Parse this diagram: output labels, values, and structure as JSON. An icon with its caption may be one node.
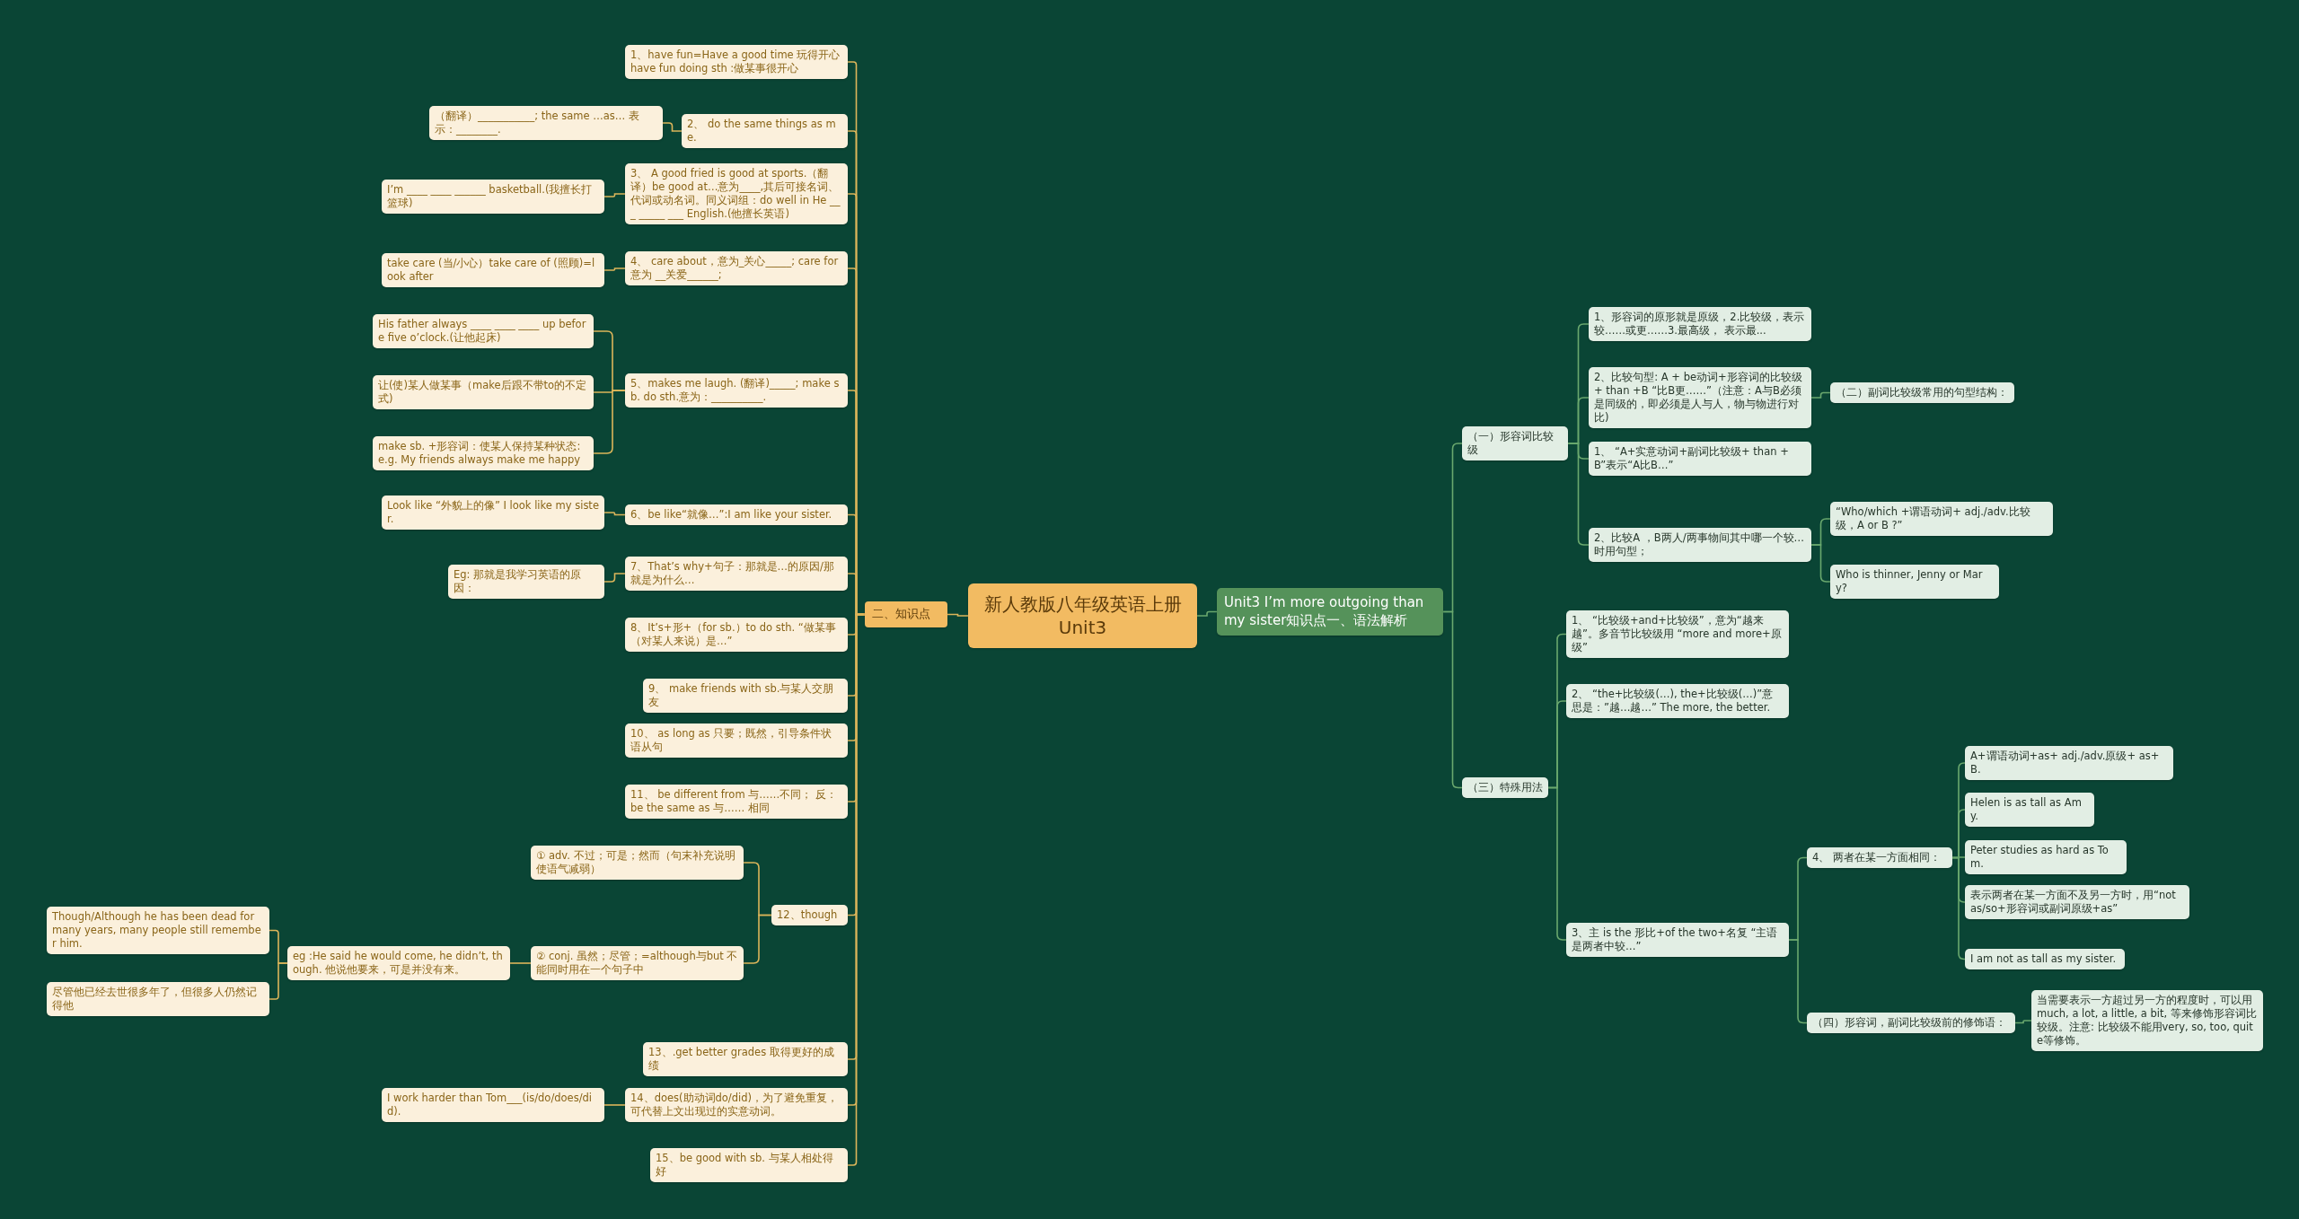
{
  "diagram": {
    "nodes": [
      {
        "text": [
          "新人教版八年级英语上册Unit3"
        ]
      },
      {
        "text": [
          "Unit3 I’m more outgoing than my sister知识点一、语法解析"
        ]
      },
      {
        "text": [
          "二、知识点"
        ]
      },
      {
        "text": [
          "1、have fun=Have a good time 玩得开心 have fun doing sth :做某事很开心"
        ]
      },
      {
        "text": [
          "2、 do the same things as me."
        ]
      },
      {
        "text": [
          "（翻译）___________; the same …as… 表示：________."
        ]
      },
      {
        "text": [
          "3、 A good fried is good at sports.（翻译）be good at…意为____,其后可接名词、代词或动名词。同义词组：do well in He ___ _____ ___ English.(他擅长英语)"
        ]
      },
      {
        "text": [
          "I’m ____ ____ ______ basketball.(我擅长打篮球)"
        ]
      },
      {
        "text": [
          "4、 care about，意为_关心_____; care for 意为 __关爱______;"
        ]
      },
      {
        "text": [
          "take care (当/小心）take care of (照顾)=look after"
        ]
      },
      {
        "text": [
          "5、makes me laugh. (翻译)_____; make sb. do sth.意为：__________."
        ]
      },
      {
        "text": [
          "His father always ____ ____ ____ up before five o’clock.(让他起床)"
        ]
      },
      {
        "text": [
          "让(使)某人做某事（make后跟不带to的不定式)"
        ]
      },
      {
        "text": [
          "make sb. +形容词：使某人保持某种状态: e.g. My friends always make me happy"
        ]
      },
      {
        "text": [
          "6、be like“就像…”:I am like your sister."
        ]
      },
      {
        "text": [
          "Look like “外貌上的像” I look like my sister."
        ]
      },
      {
        "text": [
          "7、That’s why+句子：那就是…的原因/那就是为什么…"
        ]
      },
      {
        "text": [
          "Eg: 那就是我学习英语的原因："
        ]
      },
      {
        "text": [
          "8、It’s+形+（for sb.）to do sth. “做某事（对某人来说）是…”"
        ]
      },
      {
        "text": [
          "9、 make friends with sb.与某人交朋友"
        ]
      },
      {
        "text": [
          "10、 as long as 只要；既然，引导条件状语从句"
        ]
      },
      {
        "text": [
          "11、 be different from 与……不同； 反：be the same as 与…… 相同"
        ]
      },
      {
        "text": [
          "12、though"
        ]
      },
      {
        "text": [
          "① adv. 不过；可是；然而（句末补充说明使语气减弱）"
        ]
      },
      {
        "text": [
          "② conj. 虽然；尽管；=although与but 不能同时用在一个句子中"
        ]
      },
      {
        "text": [
          "eg :He said he would come, he didn’t, though. 他说他要来，可是并没有来。"
        ]
      },
      {
        "text": [
          "Though/Although he has been dead for many years, many people still remember him."
        ]
      },
      {
        "text": [
          "尽管他已经去世很多年了，但很多人仍然记得他"
        ]
      },
      {
        "text": [
          "13、.get better grades 取得更好的成绩"
        ]
      },
      {
        "text": [
          "14、does(助动词do/did)，为了避免重复，可代替上文出现过的实意动词。"
        ]
      },
      {
        "text": [
          "I work harder than Tom___(is/do/does/did)."
        ]
      },
      {
        "text": [
          "15、be good with sb. 与某人相处得好"
        ]
      },
      {
        "text": [
          "（一）形容词比较级"
        ]
      },
      {
        "text": [
          "1、形容词的原形就是原级，2.比较级，表示较……或更……3.最高级， 表示最..."
        ]
      },
      {
        "text": [
          "2、比较句型: A + be动词+形容词的比较级+ than +B “比B更……”（注意：A与B必须是同级的，即必须是人与人，物与物进行对比)"
        ]
      },
      {
        "text": [
          "（二）副词比较级常用的句型结构："
        ]
      },
      {
        "text": [
          "1、 “A+实意动词+副词比较级+ than + B”表示“A比B…”"
        ]
      },
      {
        "text": [
          "2、比较A ，B两人/两事物间其中哪一个较…时用句型；"
        ]
      },
      {
        "text": [
          "“Who/which +谓语动词+ adj./adv.比较级，A or B ?”"
        ]
      },
      {
        "text": [
          "Who is thinner, Jenny or Mary?"
        ]
      },
      {
        "text": [
          "（三）特殊用法"
        ]
      },
      {
        "text": [
          "1、 “比较级+and+比较级”，意为“越来越”。多音节比较级用 “more and more+原级”"
        ]
      },
      {
        "text": [
          "2、 “the+比较级(…), the+比较级(…)”意思是：”越…越…” The more, the better."
        ]
      },
      {
        "text": [
          "3、主 is the 形比+of the two+名复 “主语是两者中较…”"
        ]
      },
      {
        "text": [
          "4、 两者在某一方面相同："
        ]
      },
      {
        "text": [
          "A+谓语动词+as+ adj./adv.原级+ as+ B."
        ]
      },
      {
        "text": [
          "Helen is as tall as Amy."
        ]
      },
      {
        "text": [
          "Peter studies as hard as Tom."
        ]
      },
      {
        "text": [
          "表示两者在某一方面不及另一方时，用“not as/so+形容词或副词原级+as”"
        ]
      },
      {
        "text": [
          "I am not as tall as my sister."
        ]
      },
      {
        "text": [
          "（四）形容词，副词比较级前的修饰语："
        ]
      },
      {
        "text": [
          "当需要表示一方超过另一方的程度时，可以用much, a lot, a little, a bit, 等来修饰形容词比较级。注意: 比较级不能用very, so, too, quite等修饰。"
        ]
      }
    ],
    "edges": [
      {
        "from": 0,
        "to": 1,
        "arrow": "none",
        "color": "#6aa86e"
      },
      {
        "from": 0,
        "to": 2,
        "arrow": "none"
      },
      {
        "from": 2,
        "to": 3,
        "arrow": "none"
      },
      {
        "from": 2,
        "to": 4,
        "arrow": "none"
      },
      {
        "from": 4,
        "to": 5,
        "arrow": "none"
      },
      {
        "from": 2,
        "to": 6,
        "arrow": "none"
      },
      {
        "from": 6,
        "to": 7,
        "arrow": "none"
      },
      {
        "from": 2,
        "to": 8,
        "arrow": "none"
      },
      {
        "from": 8,
        "to": 9,
        "arrow": "none"
      },
      {
        "from": 2,
        "to": 10,
        "arrow": "none"
      },
      {
        "from": 10,
        "to": 11,
        "arrow": "none"
      },
      {
        "from": 10,
        "to": 12,
        "arrow": "none"
      },
      {
        "from": 10,
        "to": 13,
        "arrow": "none"
      },
      {
        "from": 2,
        "to": 14,
        "arrow": "none"
      },
      {
        "from": 14,
        "to": 15,
        "arrow": "none"
      },
      {
        "from": 2,
        "to": 16,
        "arrow": "none"
      },
      {
        "from": 16,
        "to": 17,
        "arrow": "none"
      },
      {
        "from": 2,
        "to": 18,
        "arrow": "none"
      },
      {
        "from": 2,
        "to": 19,
        "arrow": "none"
      },
      {
        "from": 2,
        "to": 20,
        "arrow": "none"
      },
      {
        "from": 2,
        "to": 21,
        "arrow": "none"
      },
      {
        "from": 2,
        "to": 22,
        "arrow": "none"
      },
      {
        "from": 22,
        "to": 23,
        "arrow": "none"
      },
      {
        "from": 22,
        "to": 24,
        "arrow": "none"
      },
      {
        "from": 24,
        "to": 25,
        "arrow": "none"
      },
      {
        "from": 25,
        "to": 26,
        "arrow": "none"
      },
      {
        "from": 25,
        "to": 27,
        "arrow": "none"
      },
      {
        "from": 2,
        "to": 28,
        "arrow": "none"
      },
      {
        "from": 2,
        "to": 29,
        "arrow": "none"
      },
      {
        "from": 29,
        "to": 30,
        "arrow": "none"
      },
      {
        "from": 2,
        "to": 31,
        "arrow": "none"
      },
      {
        "from": 1,
        "to": 32,
        "arrow": "none",
        "color": "#6aa86e"
      },
      {
        "from": 32,
        "to": 33,
        "arrow": "none",
        "color": "#6aa86e"
      },
      {
        "from": 32,
        "to": 34,
        "arrow": "none",
        "color": "#6aa86e"
      },
      {
        "from": 34,
        "to": 35,
        "arrow": "none",
        "color": "#6aa86e"
      },
      {
        "from": 32,
        "to": 36,
        "arrow": "none",
        "color": "#6aa86e"
      },
      {
        "from": 32,
        "to": 37,
        "arrow": "none",
        "color": "#6aa86e"
      },
      {
        "from": 37,
        "to": 38,
        "arrow": "none",
        "color": "#6aa86e"
      },
      {
        "from": 37,
        "to": 39,
        "arrow": "none",
        "color": "#6aa86e"
      },
      {
        "from": 1,
        "to": 40,
        "arrow": "none",
        "color": "#6aa86e"
      },
      {
        "from": 40,
        "to": 41,
        "arrow": "none",
        "color": "#6aa86e"
      },
      {
        "from": 40,
        "to": 42,
        "arrow": "none",
        "color": "#6aa86e"
      },
      {
        "from": 40,
        "to": 43,
        "arrow": "none",
        "color": "#6aa86e"
      },
      {
        "from": 43,
        "to": 44,
        "arrow": "none",
        "color": "#6aa86e"
      },
      {
        "from": 44,
        "to": 45,
        "arrow": "none",
        "color": "#6aa86e"
      },
      {
        "from": 44,
        "to": 46,
        "arrow": "none",
        "color": "#6aa86e"
      },
      {
        "from": 44,
        "to": 47,
        "arrow": "none",
        "color": "#6aa86e"
      },
      {
        "from": 44,
        "to": 48,
        "arrow": "none",
        "color": "#6aa86e"
      },
      {
        "from": 44,
        "to": 49,
        "arrow": "none",
        "color": "#6aa86e"
      },
      {
        "from": 43,
        "to": 50,
        "arrow": "none",
        "color": "#6aa86e"
      },
      {
        "from": 50,
        "to": 51,
        "arrow": "none",
        "color": "#6aa86e"
      }
    ]
  }
}
